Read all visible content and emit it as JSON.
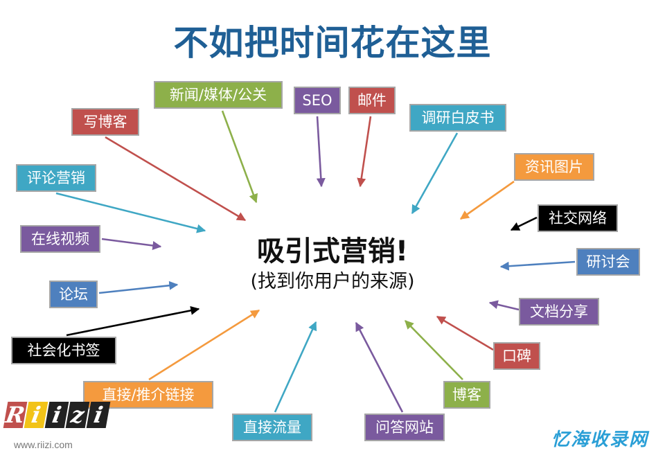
{
  "title": "不如把时间花在这里",
  "center": {
    "main": "吸引式营销!",
    "sub": "(找到你用户的来源)"
  },
  "nodes": [
    {
      "id": "news-media-pr",
      "label": "新闻/媒体/公关",
      "color": "#8db04a"
    },
    {
      "id": "seo",
      "label": "SEO",
      "color": "#7a5a9e"
    },
    {
      "id": "email",
      "label": "邮件",
      "color": "#c0504d"
    },
    {
      "id": "white-paper",
      "label": "调研白皮书",
      "color": "#3fa7c4"
    },
    {
      "id": "blog-writing",
      "label": "写博客",
      "color": "#c0504d"
    },
    {
      "id": "info-images",
      "label": "资讯图片",
      "color": "#f49a3e"
    },
    {
      "id": "comment-marketing",
      "label": "评论营销",
      "color": "#3fa7c4"
    },
    {
      "id": "social-network",
      "label": "社交网络",
      "color": "#000000"
    },
    {
      "id": "online-video",
      "label": "在线视频",
      "color": "#7a5a9e"
    },
    {
      "id": "seminar",
      "label": "研讨会",
      "color": "#4e80be"
    },
    {
      "id": "forum",
      "label": "论坛",
      "color": "#4e80be"
    },
    {
      "id": "doc-sharing",
      "label": "文档分享",
      "color": "#7a5a9e"
    },
    {
      "id": "social-bookmark",
      "label": "社会化书签",
      "color": "#000000"
    },
    {
      "id": "word-of-mouth",
      "label": "口碑",
      "color": "#c0504d"
    },
    {
      "id": "direct-referral-link",
      "label": "直接/推介链接",
      "color": "#f49a3e"
    },
    {
      "id": "blog",
      "label": "博客",
      "color": "#8db04a"
    },
    {
      "id": "direct-traffic",
      "label": "直接流量",
      "color": "#3fa7c4"
    },
    {
      "id": "qa-sites",
      "label": "问答网站",
      "color": "#7a5a9e"
    }
  ],
  "logo": {
    "letters": [
      "R",
      "i",
      "i",
      "z",
      "i"
    ],
    "tile_colors": [
      "#c0504d",
      "#f2c318",
      "#222222",
      "#222222",
      "#222222"
    ],
    "url": "www.riizi.com"
  },
  "watermark": "忆海收录网"
}
